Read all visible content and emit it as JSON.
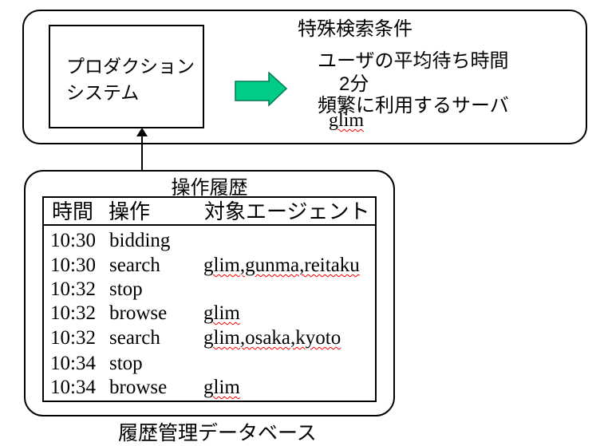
{
  "top_panel": {
    "production_system": {
      "lines": [
        "プロダクション",
        "システム"
      ]
    },
    "search_conditions": {
      "title": "特殊検索条件",
      "item1": "ユーザの平均待ち時間",
      "item1_value": "2分",
      "item2": "頻繁に利用するサーバ",
      "item2_value": "glim"
    }
  },
  "flow_arrow": {
    "direction": "right",
    "fill": "#00CC88",
    "outline": "#007755"
  },
  "connector_arrow": {
    "direction": "up"
  },
  "history_panel": {
    "title": "操作履歴",
    "table": {
      "headers": [
        "時間",
        "操作",
        "対象エージェント"
      ],
      "rows": [
        {
          "time": "10:30",
          "operation": "bidding",
          "agents": ""
        },
        {
          "time": "10:30",
          "operation": "search",
          "agents": "glim,gunma,reitaku"
        },
        {
          "time": "10:32",
          "operation": "stop",
          "agents": ""
        },
        {
          "time": "10:32",
          "operation": "browse",
          "agents": "glim"
        },
        {
          "time": "10:32",
          "operation": "search",
          "agents": "glim,osaka,kyoto"
        },
        {
          "time": "10:34",
          "operation": "stop",
          "agents": ""
        },
        {
          "time": "10:34",
          "operation": "browse",
          "agents": "glim"
        }
      ]
    },
    "caption": "履歴管理データベース"
  },
  "colors": {
    "background": "#FFFFFF",
    "outline": "#000000",
    "misspell_underline": "#FF0000"
  }
}
